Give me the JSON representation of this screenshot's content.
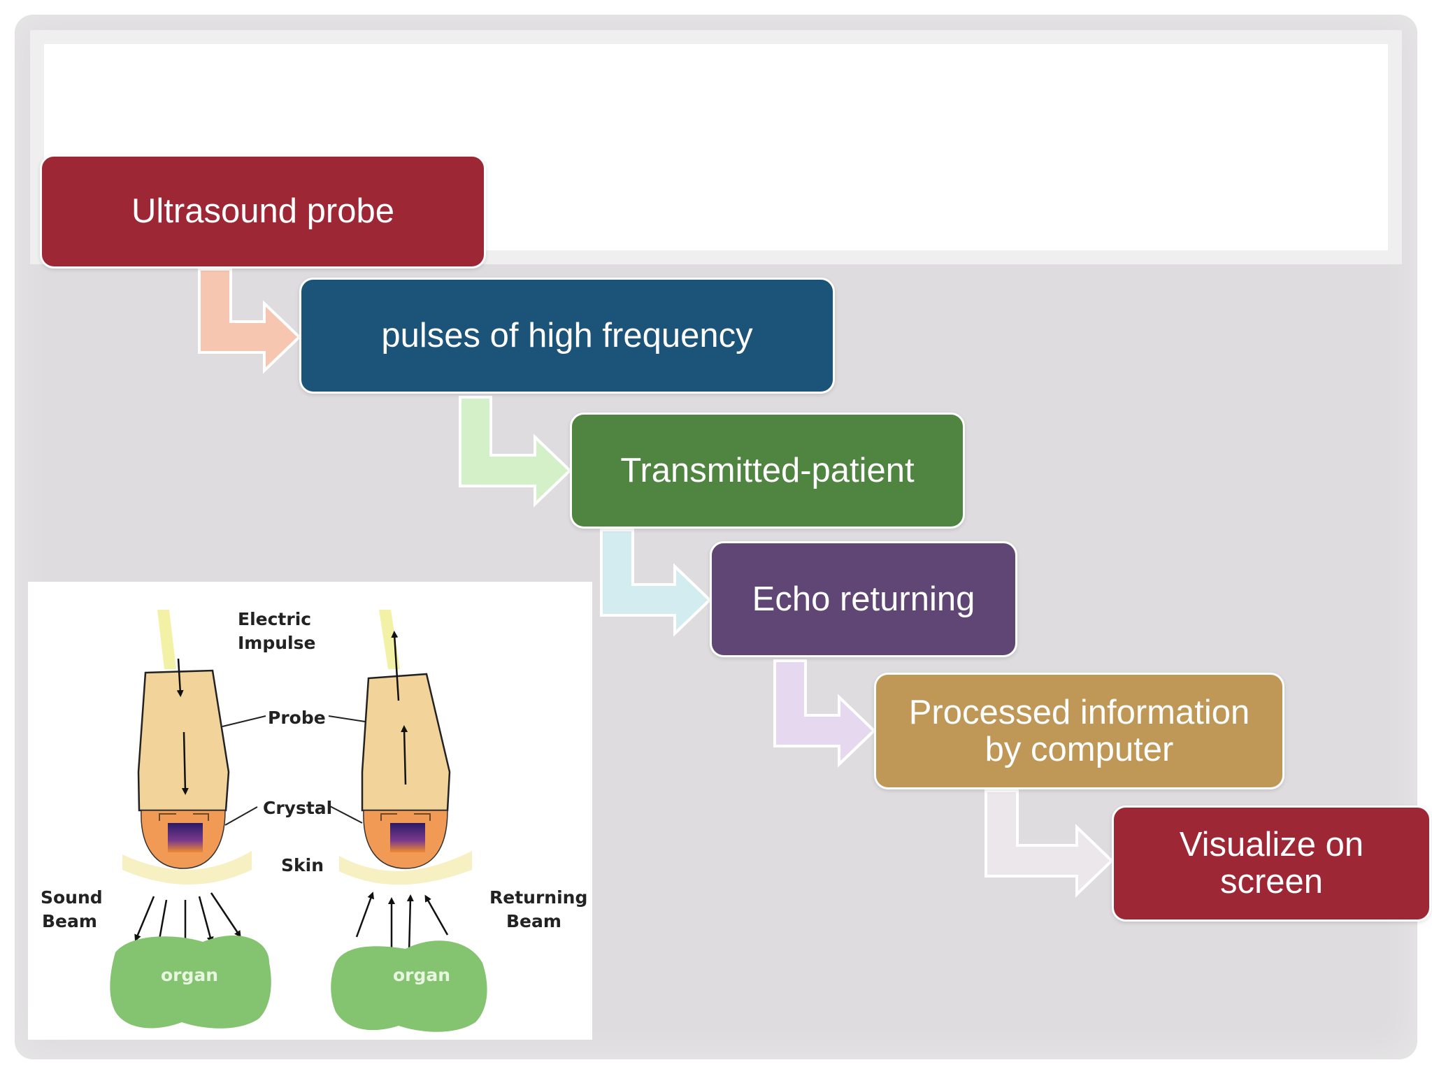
{
  "flow": {
    "steps": [
      {
        "label": "Ultrasound probe",
        "color": "#9d2735"
      },
      {
        "label": "pulses of high frequency",
        "color": "#1c5479"
      },
      {
        "label": "Transmitted-patient",
        "color": "#4f8540"
      },
      {
        "label": "Echo returning",
        "color": "#5f4674"
      },
      {
        "label": "Processed information\nby computer",
        "color": "#bf9857"
      },
      {
        "label": "Visualize on\nscreen",
        "color": "#9d2735"
      }
    ],
    "connector_colors": [
      "#f7c6b1",
      "#d3f0c8",
      "#d2ecf0",
      "#e6d8ee",
      "#ece7ea"
    ]
  },
  "diagram": {
    "labels": {
      "electric_impulse": "Electric\nImpulse",
      "probe": "Probe",
      "crystal": "Crystal",
      "skin": "Skin",
      "sound_beam": "Sound\nBeam",
      "returning_beam": "Returning\nBeam",
      "organ_left": "organ",
      "organ_right": "organ"
    }
  }
}
